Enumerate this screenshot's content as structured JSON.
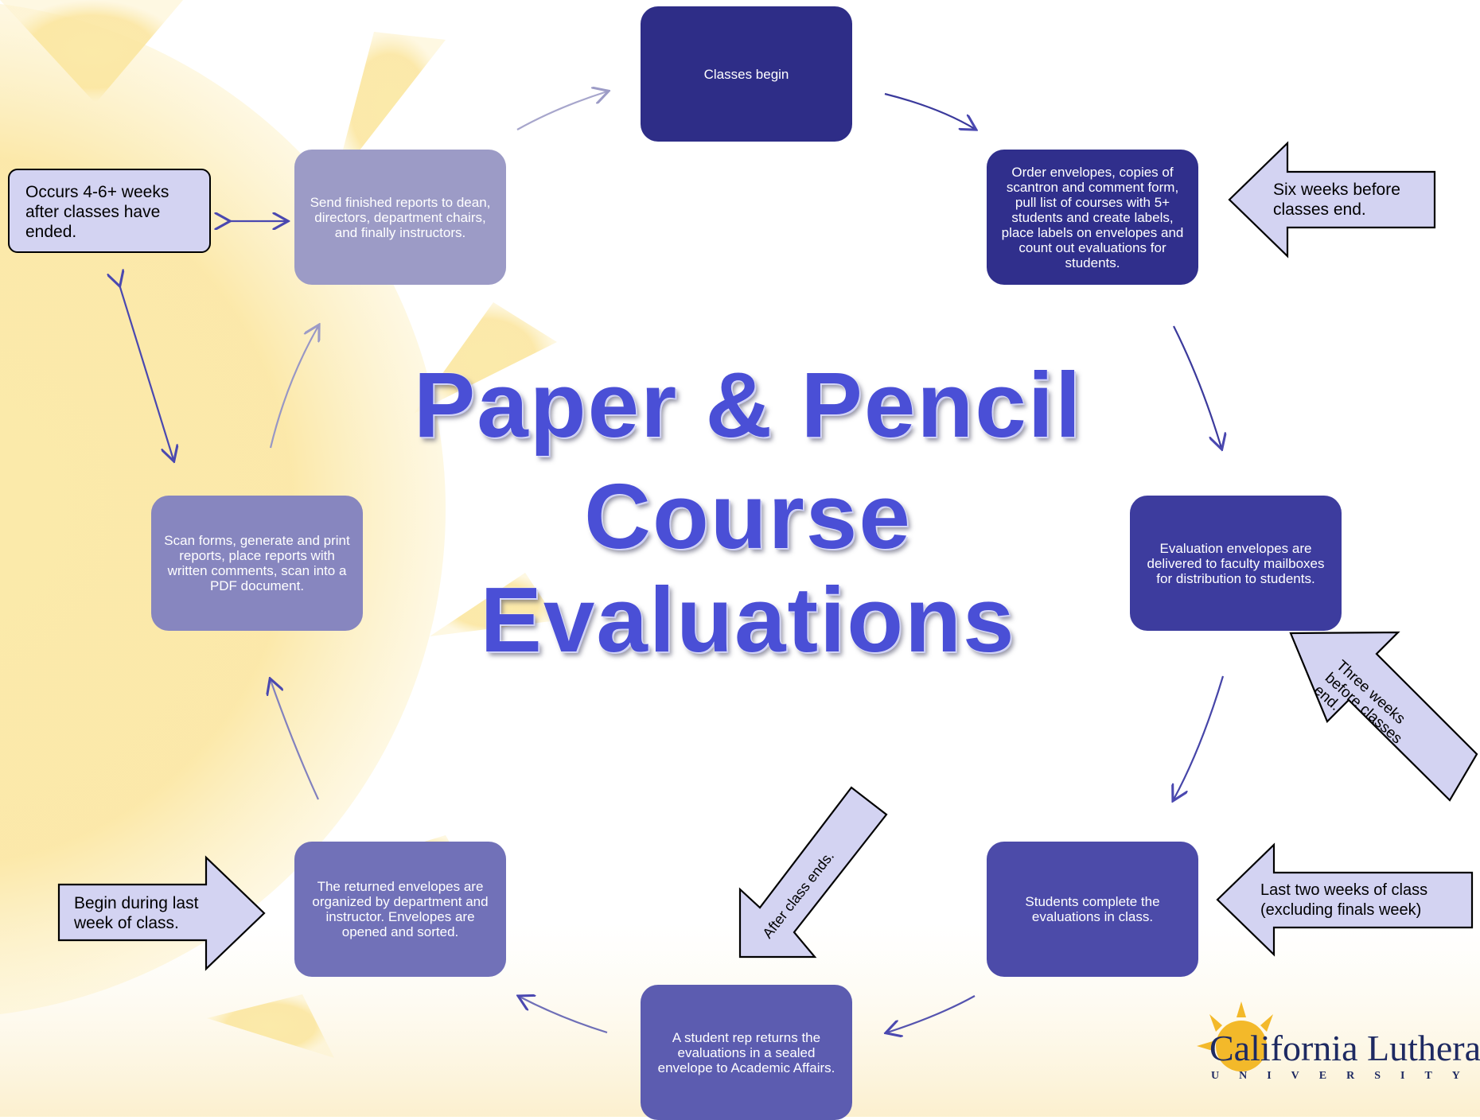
{
  "title": {
    "line1": "Paper & Pencil",
    "line2": "Course",
    "line3": "Evaluations"
  },
  "steps": [
    {
      "text": "Classes begin",
      "color": "#2e2d87"
    },
    {
      "text": "Order envelopes, copies of scantron and comment form, pull list of courses with 5+ students and create labels, place labels on envelopes and count out evaluations for students.",
      "color": "#302f8c"
    },
    {
      "text": "Evaluation envelopes are delivered to faculty mailboxes for distribution to students.",
      "color": "#3d3c9e"
    },
    {
      "text": "Students complete the evaluations in class.",
      "color": "#4c4ba9"
    },
    {
      "text": "A student rep returns the evaluations in a sealed envelope to Academic Affairs.",
      "color": "#5c5cb0"
    },
    {
      "text": "The returned envelopes are organized by department and instructor.  Envelopes are opened and sorted.",
      "color": "#7171b8"
    },
    {
      "text": "Scan forms, generate and print reports, place reports with written comments, scan into a PDF document.",
      "color": "#8786bf"
    },
    {
      "text": "Send finished reports to dean, directors, department chairs, and finally instructors.",
      "color": "#9c9bc6"
    }
  ],
  "notes": {
    "six_weeks": "Six weeks before classes end.",
    "three_weeks": "Three weeks before classes end.",
    "last_two_weeks": "Last two weeks of class (excluding finals week)",
    "after_class": "After class ends.",
    "begin_last_week": "Begin during last week of class.",
    "occurs": "Occurs 4-6+ weeks after classes have ended."
  },
  "logo": {
    "name": "California Lutheran",
    "sub": "UNIVERSITY"
  },
  "colors": {
    "note_fill": "#d3d3f2",
    "arrow": "#4a48b0",
    "sun": "#fcdf7a"
  }
}
